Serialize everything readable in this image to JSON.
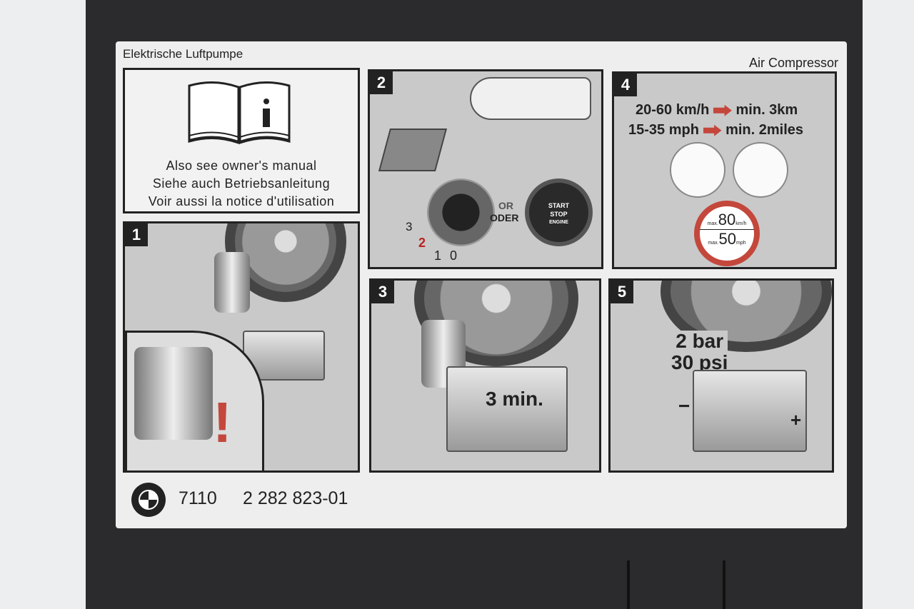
{
  "label": {
    "title_de": "Elektrische Luftpumpe",
    "title_en": "Air Compressor",
    "manual": [
      "Also see owner's manual",
      "Siehe auch Betriebsanleitung",
      "Voir aussi la notice d'utilisation"
    ],
    "manual_icon": "book-info-icon",
    "steps": [
      {
        "number": "1",
        "warning": "!"
      },
      {
        "number": "2",
        "ignition_positions": [
          "3",
          "2",
          "1",
          "0"
        ],
        "or_text": "OR",
        "oder_text": "ODER",
        "button": [
          "START",
          "STOP",
          "ENGINE"
        ]
      },
      {
        "number": "3",
        "time": "3 min."
      },
      {
        "number": "4",
        "line1_speed": "20-60 km/h",
        "line1_dist": "min. 3km",
        "line2_speed": "15-35 mph",
        "line2_dist": "min. 2miles",
        "sign_max": "max.",
        "sign_kmh": "80",
        "sign_kmh_unit": "km/h",
        "sign_mph": "50",
        "sign_mph_unit": "mph"
      },
      {
        "number": "5",
        "pressure_bar": "2 bar",
        "pressure_psi": "30 psi",
        "minus": "−",
        "plus": "+"
      }
    ],
    "brand_logo": "BMW",
    "part_number_a": "7110",
    "part_number_b": "2 282 823-01"
  },
  "colors": {
    "accent": "#c4473c",
    "case": "#2b2b2e",
    "label": "#eeeeee"
  }
}
